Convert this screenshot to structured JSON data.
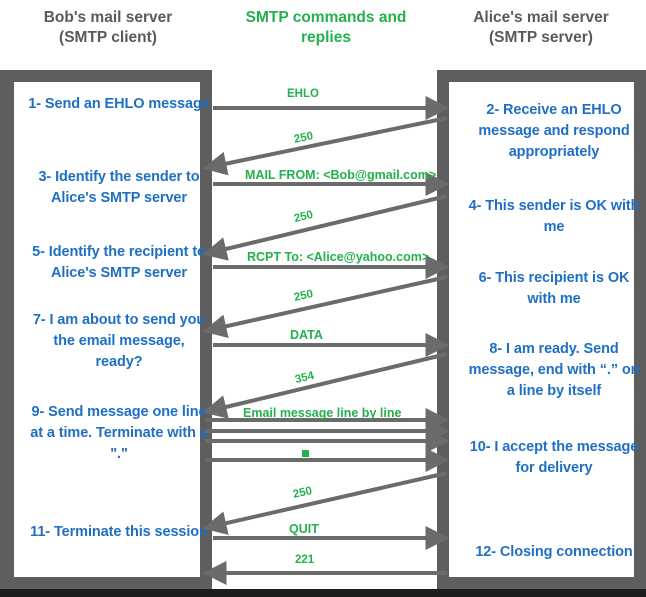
{
  "headers": {
    "left_line1": "Bob's mail server",
    "left_line2": "(SMTP client)",
    "mid_line1": "SMTP commands and",
    "mid_line2": "replies",
    "right_line1": "Alice's mail server",
    "right_line2": "(SMTP server)"
  },
  "colors": {
    "green": "#22b14c",
    "blue": "#1f6fc4",
    "gray_frame": "#5e5e5e",
    "gray_header": "#5a5a5a",
    "arrow_gray": "#6b6b6b",
    "background": "#ffffff"
  },
  "client_steps": [
    {
      "id": "step-1",
      "text": "1- Send an EHLO message"
    },
    {
      "id": "step-3",
      "text": "3- Identify the sender to Alice's SMTP server"
    },
    {
      "id": "step-5",
      "text": "5- Identify the recipient to Alice's SMTP server"
    },
    {
      "id": "step-7",
      "text": "7- I am about to send you the email message, ready?"
    },
    {
      "id": "step-9",
      "text": "9- Send message one line at a time. Terminate with a \".\""
    },
    {
      "id": "step-11",
      "text": "11- Terminate this session"
    }
  ],
  "server_steps": [
    {
      "id": "step-2",
      "text": "2- Receive an EHLO message and respond appropriately"
    },
    {
      "id": "step-4",
      "text": "4- This sender is OK with me"
    },
    {
      "id": "step-6",
      "text": "6- This recipient is OK with me"
    },
    {
      "id": "step-8",
      "text": "8-  I am ready. Send message, end with “.” on a line by itself"
    },
    {
      "id": "step-10",
      "text": "10-  I accept the message for delivery"
    },
    {
      "id": "step-12",
      "text": "12-  Closing connection"
    }
  ],
  "messages": [
    {
      "id": "msg-ehlo",
      "label": "EHLO",
      "direction": "client-to-server"
    },
    {
      "id": "reply-250-ehlo",
      "label": "250",
      "direction": "server-to-client"
    },
    {
      "id": "msg-mailfrom",
      "label": "MAIL FROM: <Bob@gmail.com>",
      "direction": "client-to-server"
    },
    {
      "id": "reply-250-mail",
      "label": "250",
      "direction": "server-to-client"
    },
    {
      "id": "msg-rcptto",
      "label": "RCPT To: <Alice@yahoo.com>",
      "direction": "client-to-server"
    },
    {
      "id": "reply-250-rcpt",
      "label": "250",
      "direction": "server-to-client"
    },
    {
      "id": "msg-data",
      "label": "DATA",
      "direction": "client-to-server"
    },
    {
      "id": "reply-354",
      "label": "354",
      "direction": "server-to-client"
    },
    {
      "id": "msg-body",
      "label": "Email message line by line",
      "direction": "client-to-server"
    },
    {
      "id": "msg-body-2",
      "label": "",
      "direction": "client-to-server"
    },
    {
      "id": "msg-body-3",
      "label": "",
      "direction": "client-to-server"
    },
    {
      "id": "msg-body-dot",
      "label": "▪",
      "direction": "client-to-server"
    },
    {
      "id": "reply-250-body",
      "label": "250",
      "direction": "server-to-client"
    },
    {
      "id": "msg-quit",
      "label": "QUIT",
      "direction": "client-to-server"
    },
    {
      "id": "reply-221",
      "label": "221",
      "direction": "server-to-client"
    }
  ]
}
